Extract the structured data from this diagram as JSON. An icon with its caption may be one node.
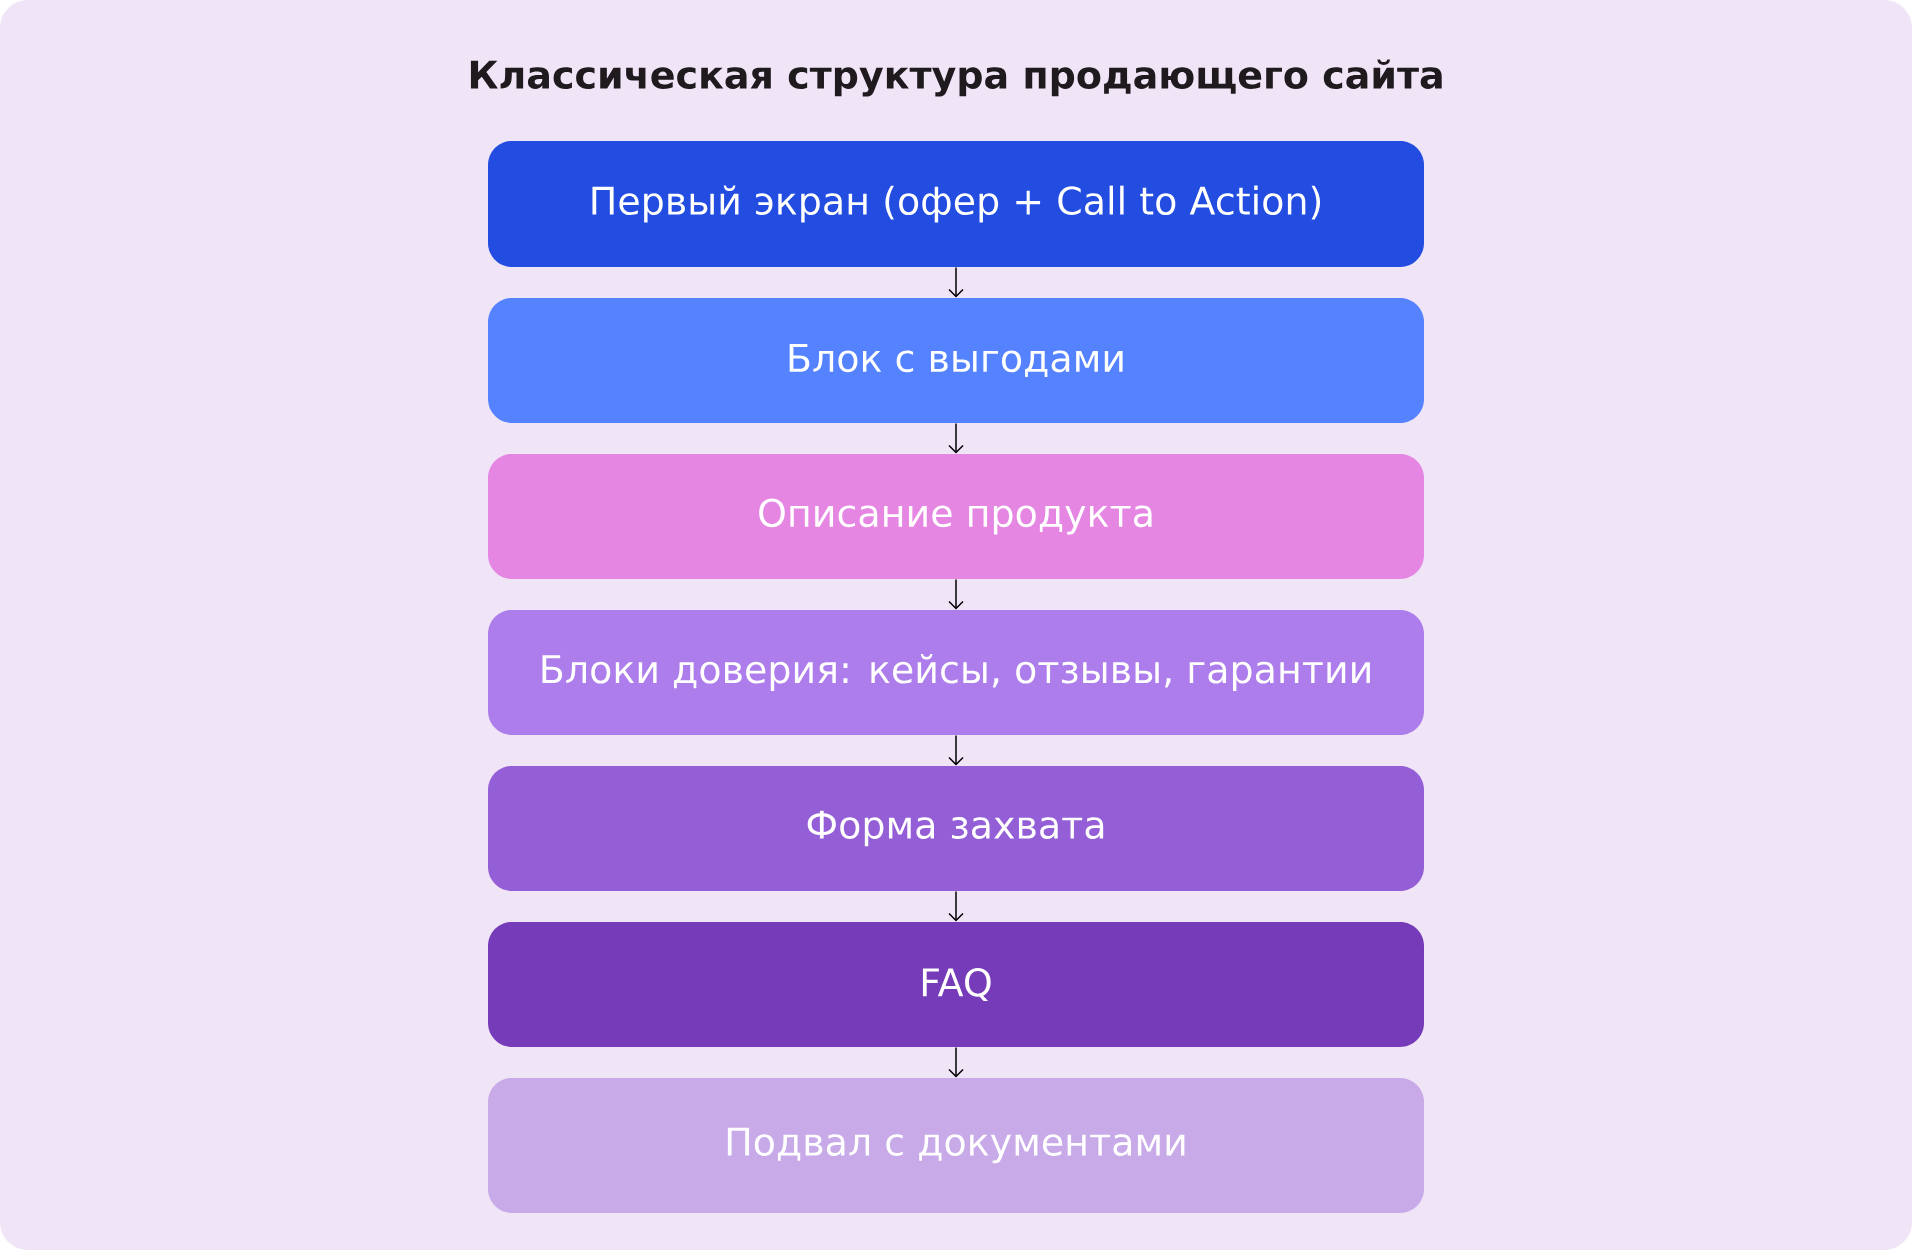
{
  "diagram": {
    "title": "Классическая структура продающего сайта",
    "nodes": [
      {
        "text": [
          "Первый экран (офер + Call to Action)"
        ]
      },
      {
        "text": [
          "Блок с выгодами"
        ]
      },
      {
        "text": [
          "Описание продукта"
        ]
      },
      {
        "text": [
          "Блоки доверия: кейсы, отзывы, гарантии"
        ]
      },
      {
        "text": [
          "Форма захвата"
        ]
      },
      {
        "text": [
          "FAQ"
        ]
      },
      {
        "text": [
          "Подвал с документами"
        ]
      }
    ],
    "edges": [
      {
        "from": 0,
        "to": 1,
        "arrow": "to"
      },
      {
        "from": 1,
        "to": 2,
        "arrow": "to"
      },
      {
        "from": 2,
        "to": 3,
        "arrow": "to"
      },
      {
        "from": 3,
        "to": 4,
        "arrow": "to"
      },
      {
        "from": 4,
        "to": 5,
        "arrow": "to"
      },
      {
        "from": 5,
        "to": 6,
        "arrow": "to"
      }
    ]
  }
}
